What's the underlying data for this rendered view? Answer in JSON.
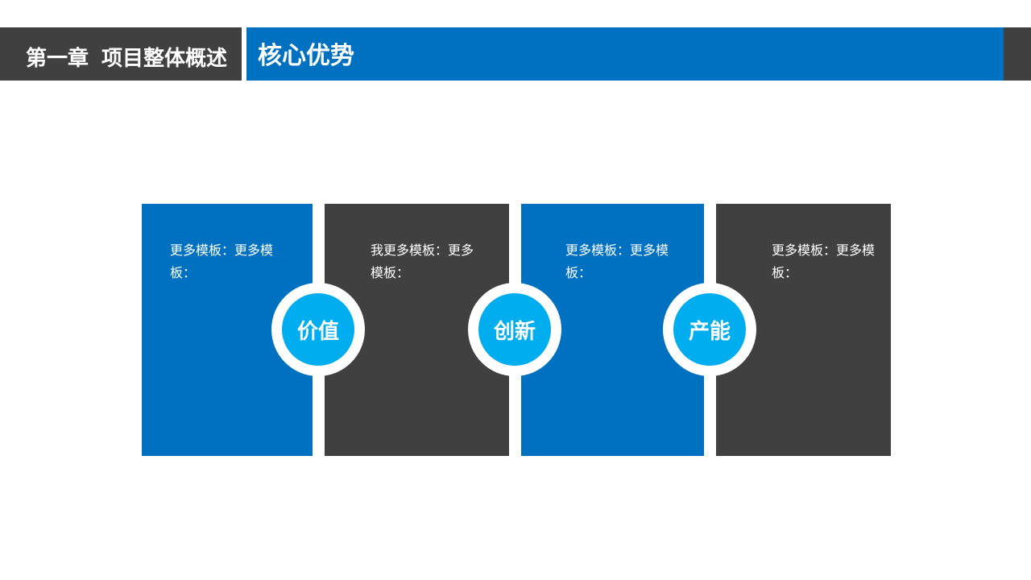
{
  "header": {
    "chapter": "第一章",
    "chapter_title": "项目整体概述",
    "section_title": "核心优势"
  },
  "colors": {
    "blue": "#0070c0",
    "dark": "#404040",
    "cyan": "#00adef",
    "white": "#ffffff"
  },
  "panels": [
    {
      "text": "更多模板：更多模板：",
      "color": "blue"
    },
    {
      "text": "我更多模板：更多模板：",
      "color": "dark"
    },
    {
      "text": "更多模板：更多模板：",
      "color": "blue"
    },
    {
      "text": "更多模板：更多模板：",
      "color": "dark"
    }
  ],
  "badges": [
    {
      "label": "价值"
    },
    {
      "label": "创新"
    },
    {
      "label": "产能"
    }
  ]
}
